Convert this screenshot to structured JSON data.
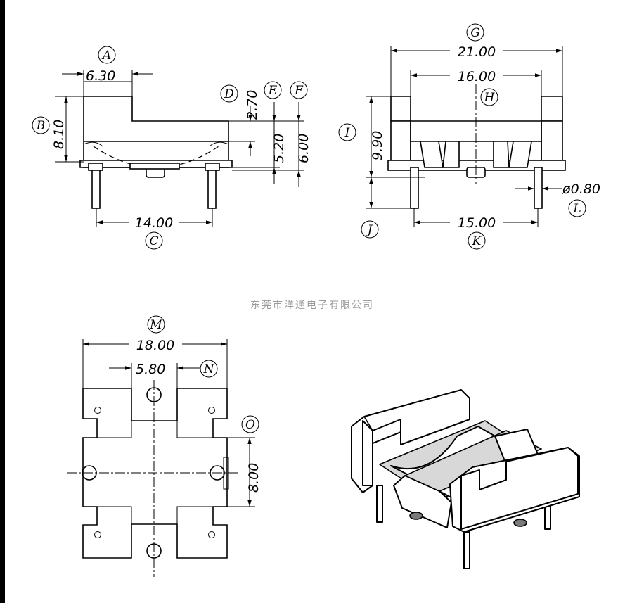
{
  "dimensions": {
    "A": "6.30",
    "B": "8.10",
    "C": "14.00",
    "D": "2.70",
    "E": "5.20",
    "F": "6.00",
    "G": "21.00",
    "H": "16.00",
    "I": "9.90",
    "K": "15.00",
    "L": "ø0.80",
    "M": "18.00",
    "N": "5.80",
    "O": "8.00"
  },
  "callouts": {
    "A": "A",
    "B": "B",
    "C": "C",
    "D": "D",
    "E": "E",
    "F": "F",
    "G": "G",
    "H": "H",
    "I": "I",
    "J": "J",
    "K": "K",
    "L": "L",
    "M": "M",
    "N": "N",
    "O": "O"
  },
  "watermark": "东莞市洋通电子有限公司"
}
